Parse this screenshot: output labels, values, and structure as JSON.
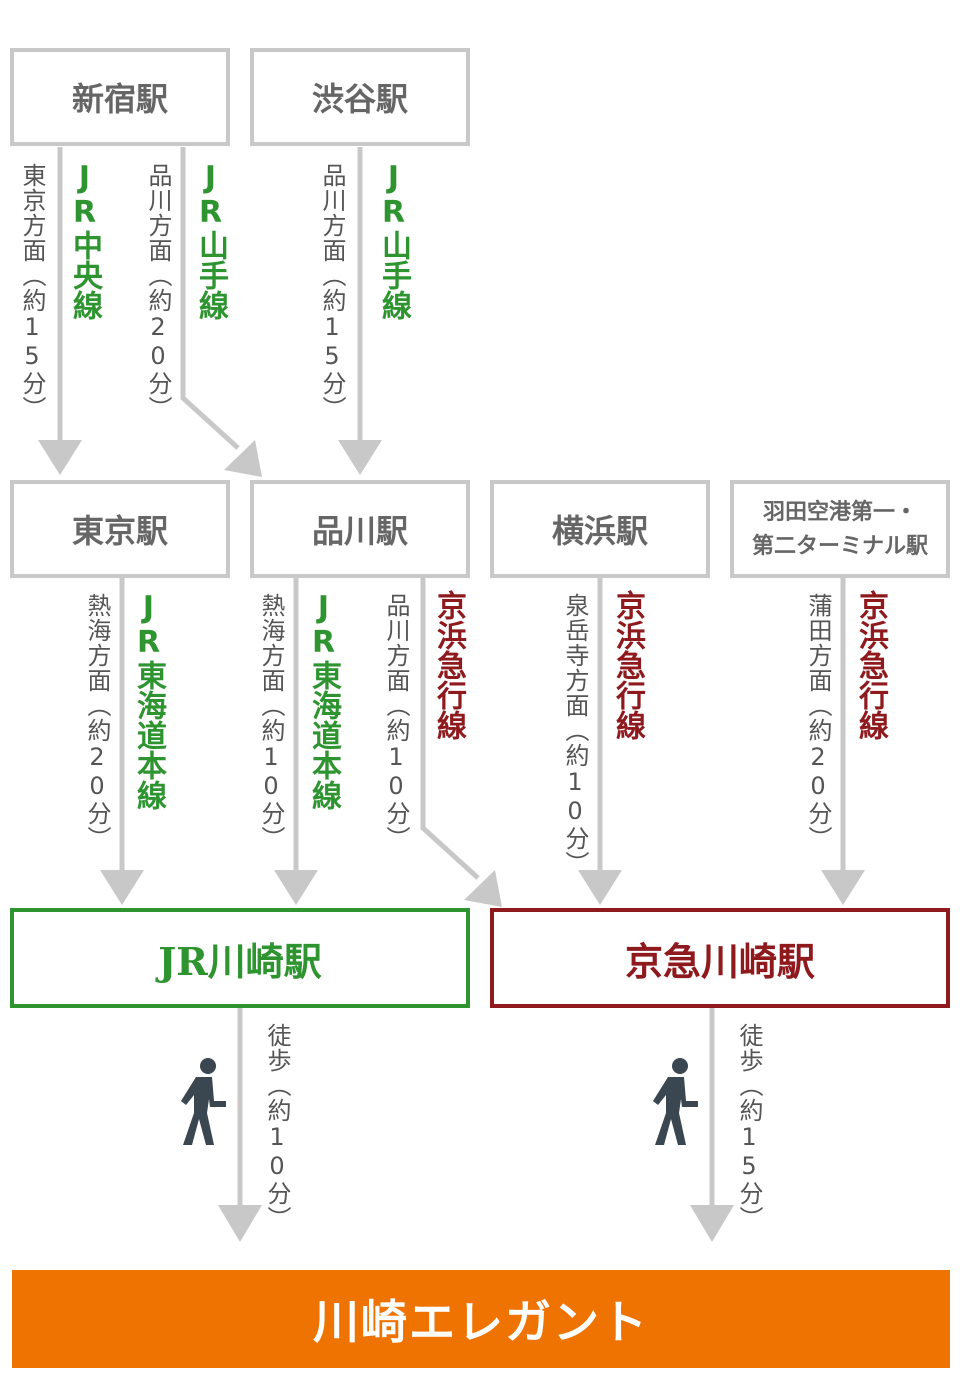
{
  "stations": {
    "shinjuku": "新宿駅",
    "shibuya": "渋谷駅",
    "tokyo": "東京駅",
    "shinagawa": "品川駅",
    "yokohama": "横浜駅",
    "haneda_1": "羽田空港第一・",
    "haneda_2": "第二ターミナル駅",
    "jr_kawasaki": "JR川崎駅",
    "keikyu_kawasaki": "京急川崎駅",
    "destination": "川崎エレガント"
  },
  "routes": {
    "shinjuku_tokyo": {
      "direction": "東京方面（約15分）",
      "line": "JR中央線"
    },
    "shinjuku_shinagawa": {
      "direction": "品川方面（約20分）",
      "line": "JR山手線"
    },
    "shibuya_shinagawa": {
      "direction": "品川方面（約15分）",
      "line": "JR山手線"
    },
    "tokyo_jr": {
      "direction": "熱海方面（約20分）",
      "line": "JR東海道本線"
    },
    "shinagawa_jr": {
      "direction": "熱海方面（約10分）",
      "line": "JR東海道本線"
    },
    "shinagawa_keikyu": {
      "direction": "品川方面（約10分）",
      "line": "京浜急行線"
    },
    "yokohama_keikyu": {
      "direction": "泉岳寺方面（約10分）",
      "line": "京浜急行線"
    },
    "haneda_keikyu": {
      "direction": "蒲田方面（約20分）",
      "line": "京浜急行線"
    },
    "walk_jr": {
      "direction": "徒歩（約10分）"
    },
    "walk_keikyu": {
      "direction": "徒歩（約15分）"
    }
  },
  "icons": {
    "walk": "walking-person-icon"
  },
  "colors": {
    "jr": "#2e9430",
    "keikyu": "#8e1a1e",
    "destination": "#ee7300",
    "box_border": "#c8c8c8",
    "arrow": "#c8c8c8"
  }
}
